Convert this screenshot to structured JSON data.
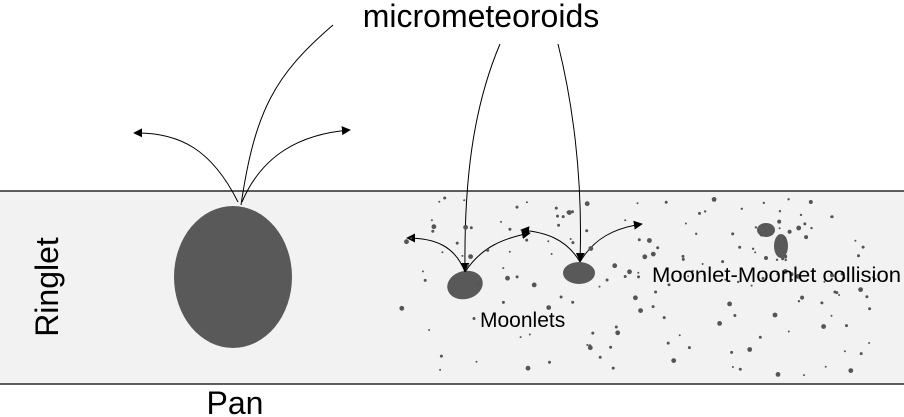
{
  "labels": {
    "title": "micrometeoroids",
    "ringlet": "Ringlet",
    "pan": "Pan",
    "moonlets": "Moonlets",
    "collision": "Moonlet-Moonlet collision"
  },
  "colors": {
    "background": "#ffffff",
    "ringlet_band": "#f2f2f2",
    "body_fill": "#595959",
    "line": "#000000"
  }
}
